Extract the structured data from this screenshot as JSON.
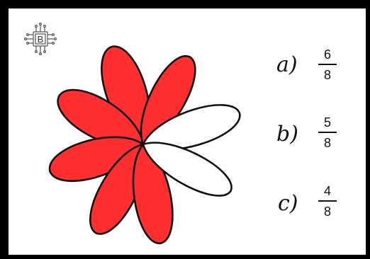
{
  "colors": {
    "frame": "#000000",
    "card_background": "#ffffff",
    "petal_filled": "#ff2f2f",
    "petal_empty": "#ffffff",
    "petal_outline": "#111111"
  },
  "logo": {
    "icon": "chip-icon",
    "letter": "B"
  },
  "flower": {
    "total_petals": 8,
    "filled_petals": 6
  },
  "options": [
    {
      "letter": "a)",
      "numerator": "6",
      "denominator": "8"
    },
    {
      "letter": "b)",
      "numerator": "5",
      "denominator": "8"
    },
    {
      "letter": "c)",
      "numerator": "4",
      "denominator": "8"
    }
  ]
}
